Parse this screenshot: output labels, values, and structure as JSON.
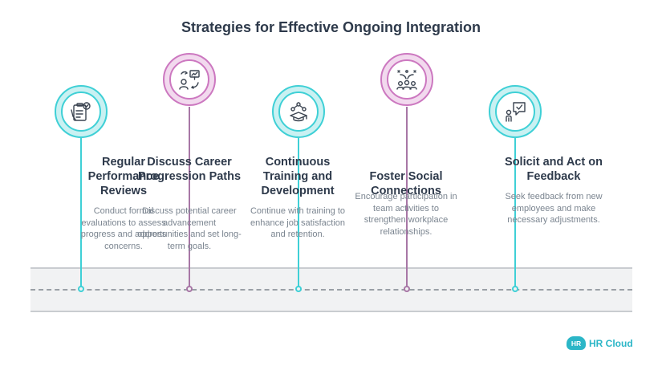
{
  "title": "Strategies for Effective Ongoing Integration",
  "strategies": [
    {
      "heading": "Regular Performance Reviews",
      "description": "Conduct formal evaluations to assess progress and address concerns.",
      "icon": "clipboard-check-icon",
      "color": "#3fd0d6"
    },
    {
      "heading": "Discuss Career Progression Paths",
      "description": "Discuss potential career advancement opportunities and set long-term goals.",
      "icon": "career-presentation-icon",
      "color": "#cc78c0"
    },
    {
      "heading": "Continuous Training and Development",
      "description": "Continue with training to enhance job satisfaction and retention.",
      "icon": "graduation-cap-icon",
      "color": "#3fd0d6"
    },
    {
      "heading": "Foster Social Connections",
      "description": "Encourage participation in team activities to strengthen workplace relationships.",
      "icon": "team-strategy-icon",
      "color": "#cc78c0"
    },
    {
      "heading": "Solicit and Act on Feedback",
      "description": "Seek feedback from new employees and make necessary adjustments.",
      "icon": "feedback-chat-icon",
      "color": "#3fd0d6"
    }
  ],
  "logo": {
    "badge": "HR",
    "text": "HR Cloud"
  }
}
